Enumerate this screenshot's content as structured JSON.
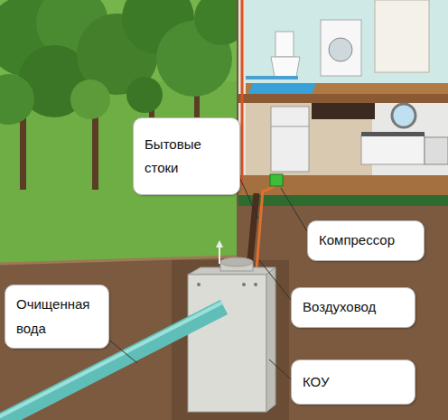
{
  "diagram": {
    "nodes": [
      {
        "text": [
          "Бытовые стоки"
        ]
      },
      {
        "text": [
          "Компрессор"
        ]
      },
      {
        "text": [
          "Очищенная вода"
        ]
      },
      {
        "text": [
          "Воздуховод"
        ]
      },
      {
        "text": [
          "КОУ"
        ]
      }
    ]
  }
}
